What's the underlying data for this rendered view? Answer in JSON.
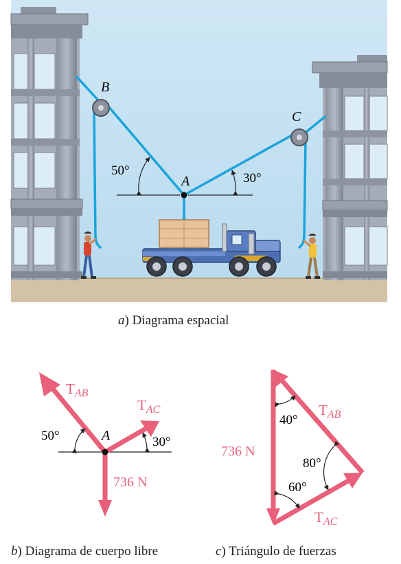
{
  "scene": {
    "point_b": "B",
    "point_c": "C",
    "point_a": "A",
    "angle_ab": "50°",
    "angle_ac": "30°"
  },
  "captions": {
    "a_letter": "a",
    "a_text": ") Diagrama espacial",
    "b_letter": "b",
    "b_text": ") Diagrama de cuerpo libre",
    "c_letter": "c",
    "c_text": ") Triángulo de fuerzas"
  },
  "fbd": {
    "tab_main": "T",
    "tab_sub": "AB",
    "tac_main": "T",
    "tac_sub": "AC",
    "angle_ab": "50°",
    "angle_ac": "30°",
    "point": "A",
    "weight": "736 N"
  },
  "triangle": {
    "tab_main": "T",
    "tab_sub": "AB",
    "tac_main": "T",
    "tac_sub": "AC",
    "weight": "736 N",
    "angle_top": "40°",
    "angle_right": "80°",
    "angle_bottom": "60°"
  },
  "colors": {
    "cable": "#1aa4dc",
    "force": "#e8607a",
    "sky": "#c6e1f1",
    "ground": "#d4c2a6",
    "building": "#9aa0ac"
  }
}
